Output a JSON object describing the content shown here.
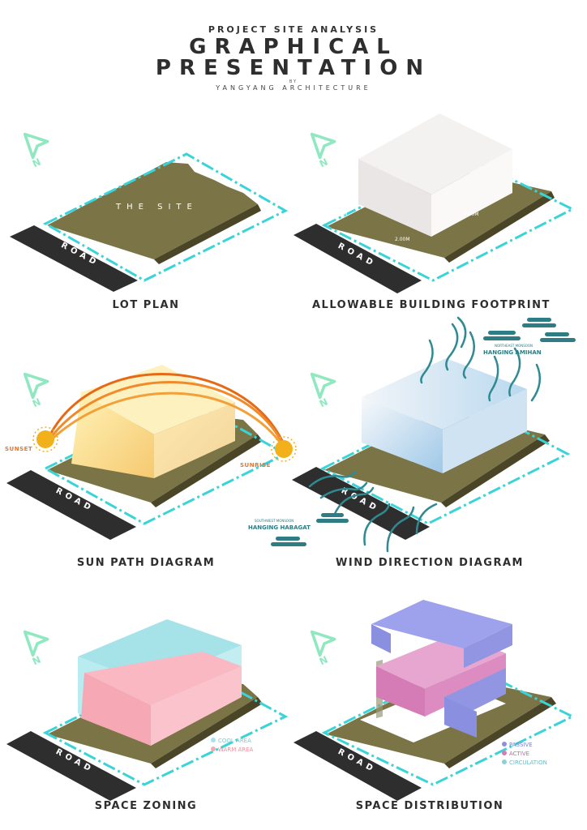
{
  "header": {
    "kicker": "PROJECT SITE ANALYSIS",
    "title_line1": "GRAPHICAL",
    "title_line2": "PRESENTATION",
    "by": "BY",
    "firm": "YANGYANG ARCHITECTURE"
  },
  "colors": {
    "lot": "#7b7446",
    "site_outline": "#3ad4d8",
    "road": "#2e2e2e",
    "north_arrow": "#8fe8c0",
    "wind": "#2f8a92",
    "sun": "#f2b01a",
    "sun_arc": "#e66a16",
    "cool": "#a6e3e9",
    "warm": "#f7a8b5",
    "passive": "#8b8fe0",
    "active": "#d57bb5",
    "circulation": "#8fd0d8"
  },
  "common": {
    "road_label": "ROAD",
    "north_icon": "north-arrow-icon"
  },
  "panels": [
    {
      "caption": "LOT PLAN",
      "site_label": "THE SITE"
    },
    {
      "caption": "ALLOWABLE BUILDING FOOTPRINT",
      "setbacks": [
        "2.00M",
        "2.00M",
        "2.00M",
        "2.00M"
      ]
    },
    {
      "caption": "SUN PATH DIAGRAM",
      "sunset": "SUNSET",
      "sunrise": "SUNRISE"
    },
    {
      "caption": "WIND DIRECTION DIAGRAM",
      "ne_small": "NORTHEAST MONSOON",
      "ne_big": "HANGING AMIHAN",
      "sw_small": "SOUTHWEST MONSOON",
      "sw_big": "HANGING HABAGAT"
    },
    {
      "caption": "SPACE ZONING",
      "legend": [
        "COOL AREA",
        "WARM AREA"
      ]
    },
    {
      "caption": "SPACE DISTRIBUTION",
      "legend": [
        "PASSIVE",
        "ACTIVE",
        "CIRCULATION"
      ]
    }
  ]
}
